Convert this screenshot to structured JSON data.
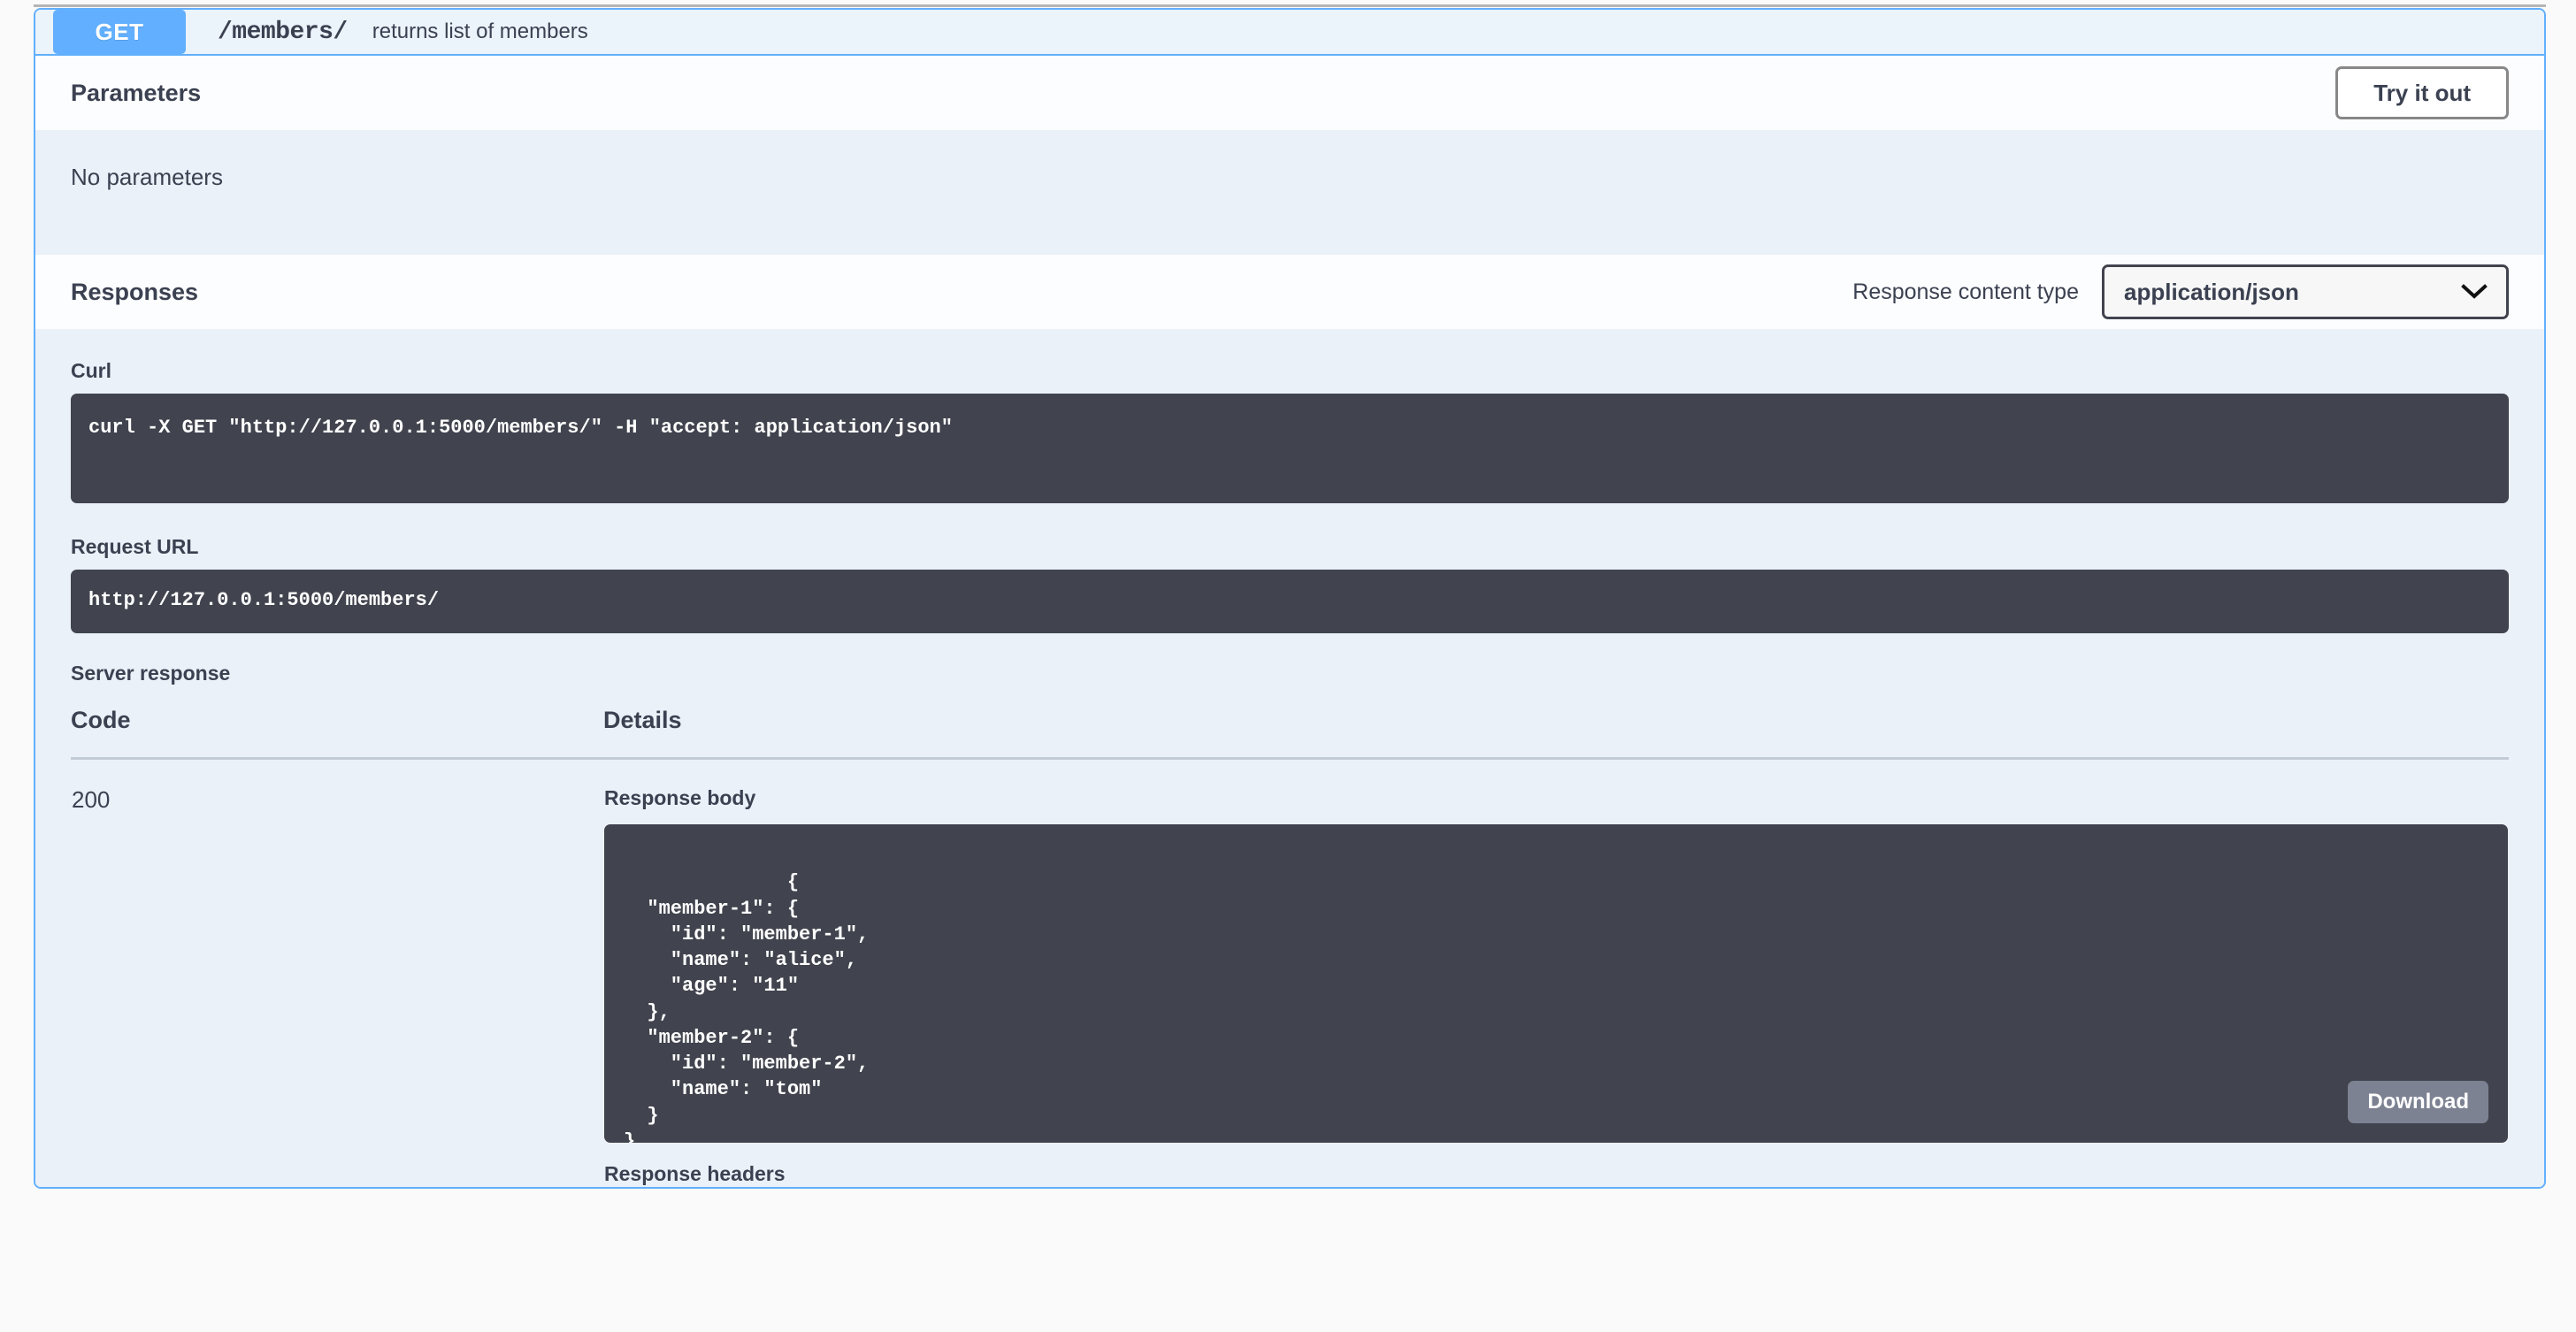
{
  "operation": {
    "method": "GET",
    "path": "/members/",
    "summary": "returns list of members"
  },
  "parameters": {
    "title": "Parameters",
    "try_it_out_label": "Try it out",
    "empty_text": "No parameters"
  },
  "responses": {
    "title": "Responses",
    "content_type_label": "Response content type",
    "content_type_value": "application/json",
    "content_type_options": [
      "application/json"
    ],
    "chevron_icon": "chevron-down-icon"
  },
  "curl": {
    "label": "Curl",
    "command": "curl -X GET \"http://127.0.0.1:5000/members/\" -H \"accept: application/json\""
  },
  "request_url": {
    "label": "Request URL",
    "url": "http://127.0.0.1:5000/members/"
  },
  "server_response": {
    "label": "Server response",
    "columns": {
      "code": "Code",
      "details": "Details"
    },
    "rows": [
      {
        "code": "200",
        "response_body_label": "Response body",
        "response_body": "{\n  \"member-1\": {\n    \"id\": \"member-1\",\n    \"name\": \"alice\",\n    \"age\": \"11\"\n  },\n  \"member-2\": {\n    \"id\": \"member-2\",\n    \"name\": \"tom\"\n  }\n}",
        "download_label": "Download",
        "response_headers_label": "Response headers"
      }
    ]
  },
  "colors": {
    "method_get": "#61affe",
    "panel_border": "#61affe",
    "panel_body": "#ebf1f8",
    "summary_bg": "#ebf3fb",
    "code_bg": "#41444e",
    "text": "#3b4151",
    "download_btn": "#7d8293"
  }
}
